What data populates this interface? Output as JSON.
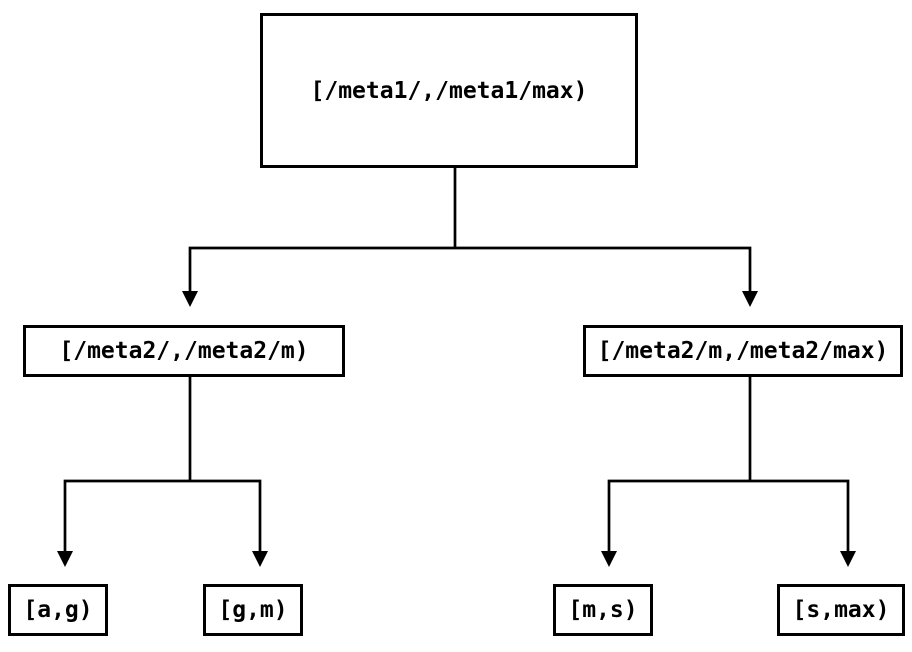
{
  "tree": {
    "root": {
      "label": "[/meta1/,/meta1/max)"
    },
    "children": [
      {
        "label": "[/meta2/,/meta2/m)"
      },
      {
        "label": "[/meta2/m,/meta2/max)"
      }
    ],
    "leaves": [
      {
        "label": "[a,g)"
      },
      {
        "label": "[g,m)"
      },
      {
        "label": "[m,s)"
      },
      {
        "label": "[s,max)"
      }
    ]
  },
  "colors": {
    "line": "#000000",
    "box_border": "#000000",
    "text": "#000000",
    "background": "#ffffff"
  }
}
